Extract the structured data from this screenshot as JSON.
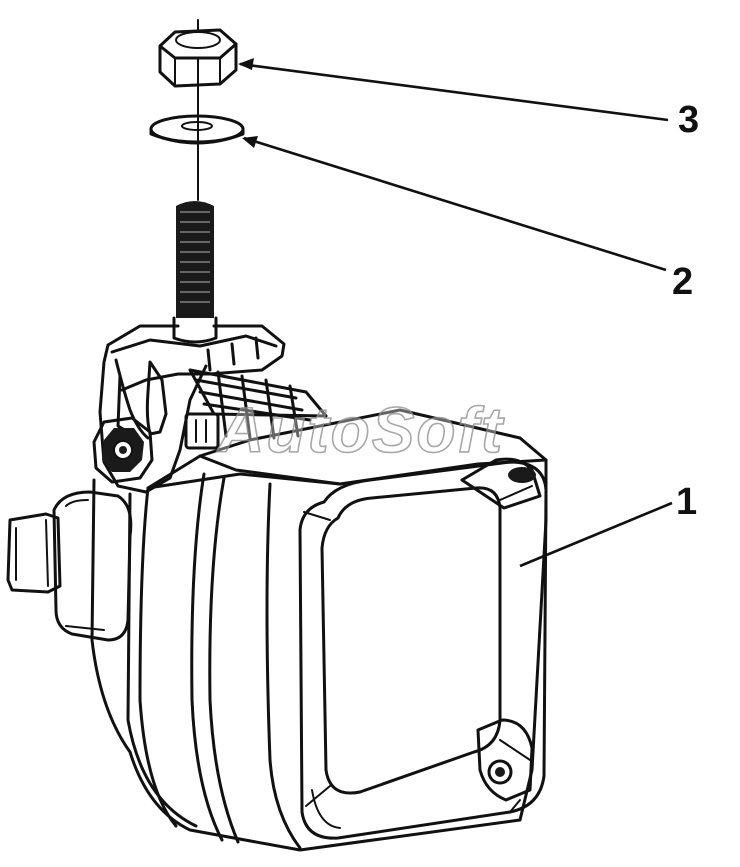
{
  "diagram": {
    "callouts": [
      {
        "id": "1",
        "label": "1"
      },
      {
        "id": "2",
        "label": "2"
      },
      {
        "id": "3",
        "label": "3"
      }
    ],
    "watermark": "AutoSoft",
    "colors": {
      "line": "#111111",
      "background": "#ffffff"
    }
  }
}
